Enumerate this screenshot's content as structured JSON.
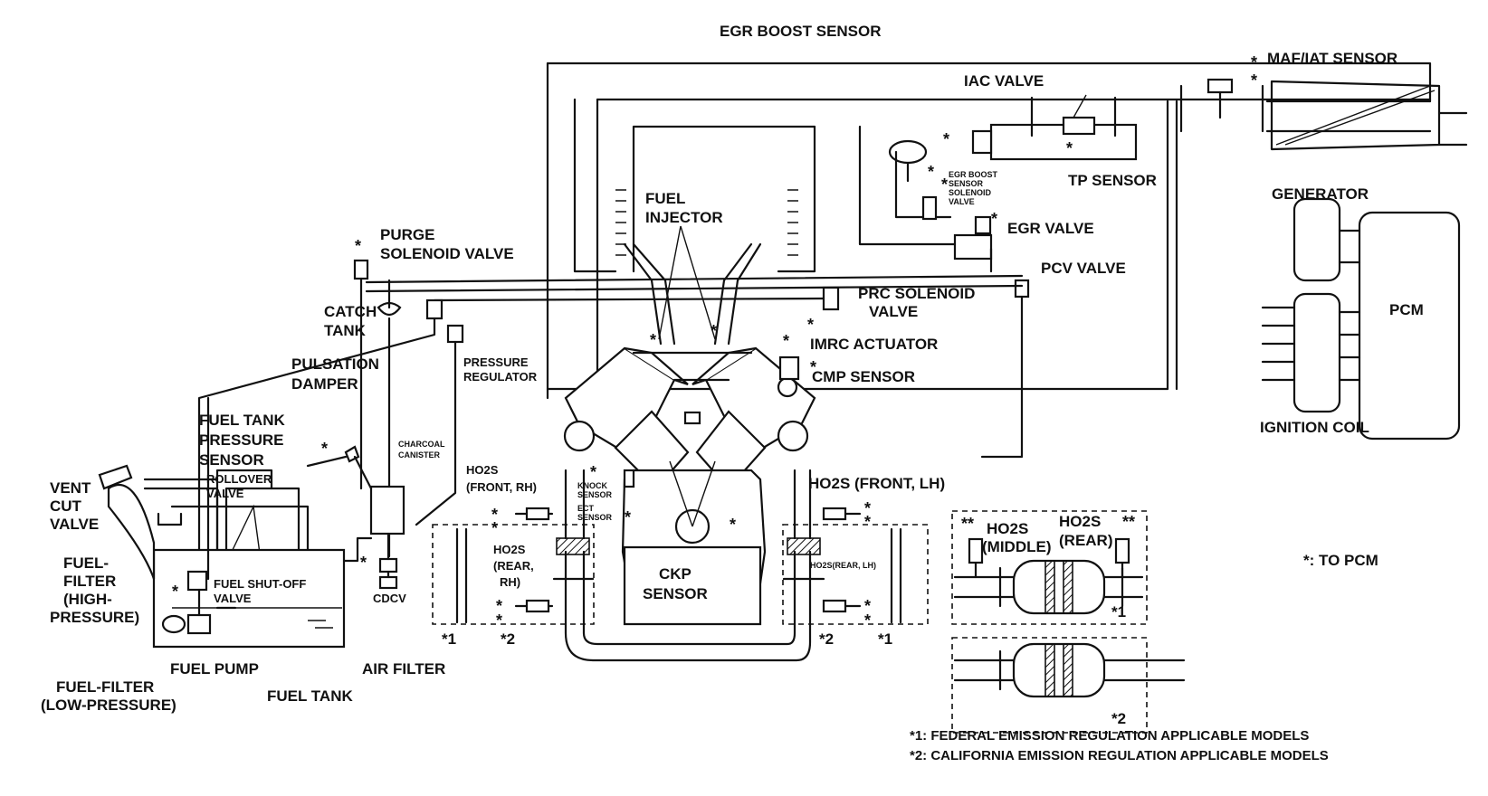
{
  "labels": {
    "egr_boost_sensor": "EGR BOOST SENSOR",
    "maf_iat_sensor": "MAF/IAT SENSOR",
    "iac_valve": "IAC VALVE",
    "tp_sensor": "TP SENSOR",
    "egr_boost_solenoid_1": "EGR BOOST",
    "egr_boost_solenoid_2": "SENSOR",
    "egr_boost_solenoid_3": "SOLENOID",
    "egr_boost_solenoid_4": "VALVE",
    "generator": "GENERATOR",
    "egr_valve": "EGR VALVE",
    "pcm": "PCM",
    "pcv_valve": "PCV VALVE",
    "ignition_coil": "IGNITION COIL",
    "purge_solenoid_1": "PURGE",
    "purge_solenoid_2": "SOLENOID VALVE",
    "fuel_injector_1": "FUEL",
    "fuel_injector_2": "INJECTOR",
    "prc_solenoid_1": "PRC SOLENOID",
    "prc_solenoid_2": "VALVE",
    "catch_tank_1": "CATCH",
    "catch_tank_2": "TANK",
    "imrc_actuator": "IMRC ACTUATOR",
    "pulsation_damper_1": "PULSATION",
    "pulsation_damper_2": "DAMPER",
    "pressure_regulator_1": "PRESSURE",
    "pressure_regulator_2": "REGULATOR",
    "cmp_sensor": "CMP SENSOR",
    "fuel_tank_pressure_1": "FUEL TANK",
    "fuel_tank_pressure_2": "PRESSURE",
    "fuel_tank_pressure_3": "SENSOR",
    "charcoal_canister_1": "CHARCOAL",
    "charcoal_canister_2": "CANISTER",
    "rollover_valve_1": "ROLLOVER",
    "rollover_valve_2": "VALVE",
    "vent_cut_valve_1": "VENT",
    "vent_cut_valve_2": "CUT",
    "vent_cut_valve_3": "VALVE",
    "ho2s_front_rh_1": "HO2S",
    "ho2s_front_rh_2": "(FRONT, RH)",
    "knock_sensor_1": "KNOCK",
    "knock_sensor_2": "SENSOR",
    "ect_sensor_1": "ECT",
    "ect_sensor_2": "SENSOR",
    "ho2s_front_lh": "HO2S (FRONT, LH)",
    "ho2s_middle_1": "HO2S",
    "ho2s_middle_2": "(MIDDLE)",
    "ho2s_rear_1": "HO2S",
    "ho2s_rear_2": "(REAR)",
    "to_pcm": "*: TO PCM",
    "fuel_filter_hp_1": "FUEL-",
    "fuel_filter_hp_2": "FILTER",
    "fuel_filter_hp_3": "(HIGH-",
    "fuel_filter_hp_4": "PRESSURE)",
    "fuel_shutoff_1": "FUEL SHUT-OFF",
    "fuel_shutoff_2": "VALVE",
    "cdcv": "CDCV",
    "ho2s_rear_rh_1": "HO2S",
    "ho2s_rear_rh_2": "(REAR,",
    "ho2s_rear_rh_3": "RH)",
    "ckp_sensor_1": "CKP",
    "ckp_sensor_2": "SENSOR",
    "ho2s_rear_lh": "HO2S(REAR, LH)",
    "fuel_pump": "FUEL PUMP",
    "air_filter": "AIR FILTER",
    "fuel_filter_lp_1": "FUEL-FILTER",
    "fuel_filter_lp_2": "(LOW-PRESSURE)",
    "fuel_tank": "FUEL TANK",
    "mark_1a": "*1",
    "mark_2a": "*2",
    "mark_2b": "*2",
    "mark_1b": "*1",
    "mark_1c": "*1",
    "mark_2c": "*2"
  },
  "footnotes": {
    "note1": "*1: FEDERAL EMISSION REGULATION APPLICABLE MODELS",
    "note2": "*2: CALIFORNIA EMISSION REGULATION APPLICABLE MODELS"
  },
  "asterisk": "*",
  "double_asterisk": "**"
}
